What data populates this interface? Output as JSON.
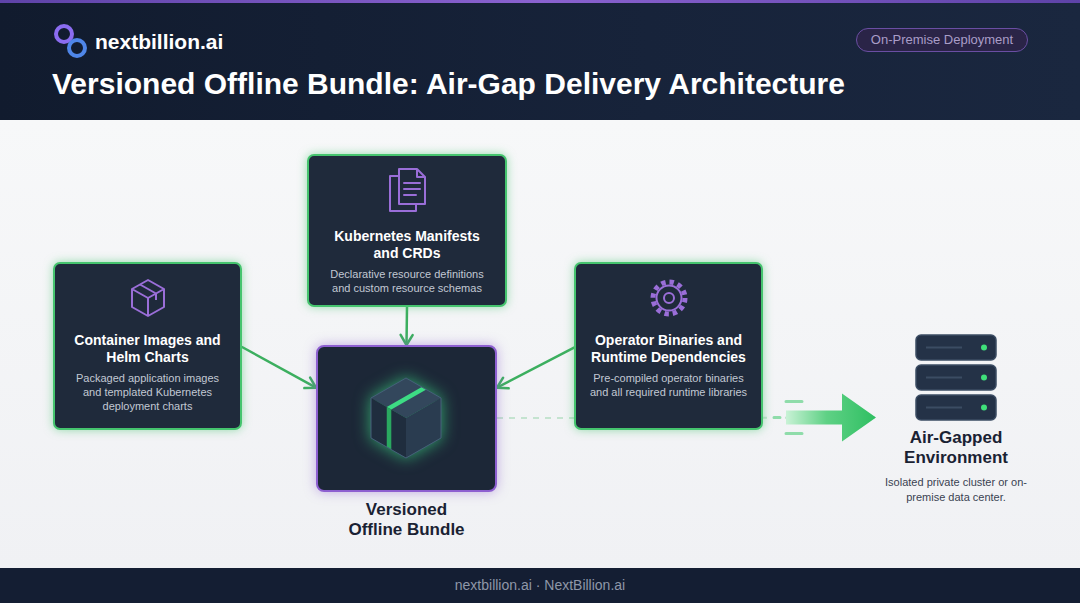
{
  "diagram": {
    "title": "Versioned Offline Bundle: Air-Gap Delivery Architecture",
    "nodes": [
      {
        "text": [
          "Container Images and Helm Charts",
          "Packaged application images and templated Kubernetes deployment charts"
        ]
      },
      {
        "text": [
          "Kubernetes Manifests and CRDs",
          "Declarative resource definitions and custom resource schemas"
        ]
      },
      {
        "text": [
          "Operator Binaries and Runtime Dependencies",
          "Pre-compiled operator binaries and all required runtime libraries"
        ]
      },
      {
        "text": [
          "Versioned Offline Bundle"
        ]
      },
      {
        "text": [
          "Air-Gapped Environment",
          "Isolated private cluster or on-premise data center."
        ]
      }
    ],
    "edges": [
      {
        "from": 0,
        "to": 3,
        "arrow": "to"
      },
      {
        "from": 1,
        "to": 3,
        "arrow": "to"
      },
      {
        "from": 2,
        "to": 3,
        "arrow": "to"
      },
      {
        "from": 3,
        "to": 4,
        "arrow": "to"
      }
    ],
    "labels": [
      "nextbillion.ai",
      "On-Premise Deployment",
      "nextbillion.ai · NextBillion.ai"
    ]
  }
}
